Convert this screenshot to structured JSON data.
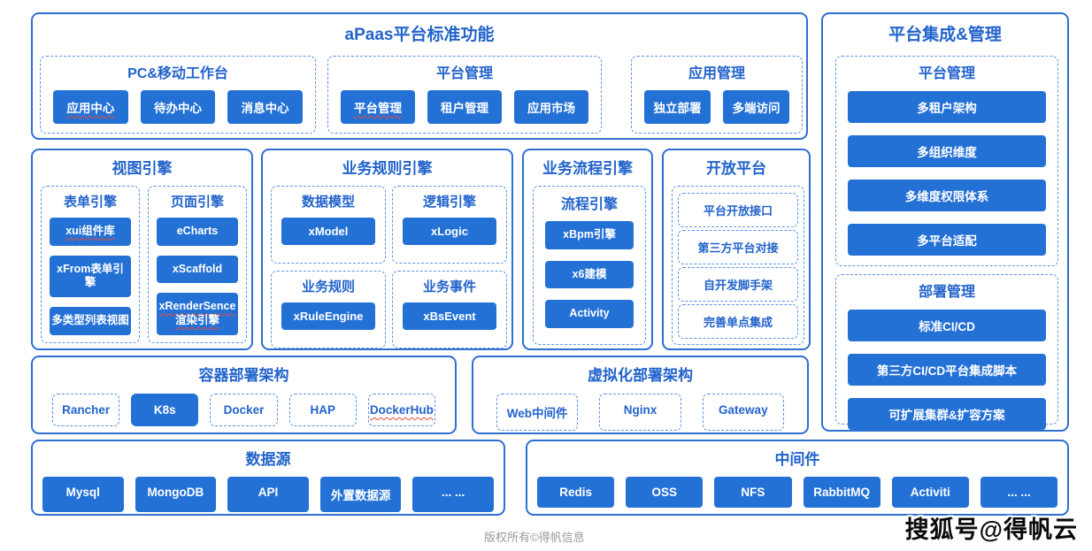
{
  "colors": {
    "accent_solid": "#2471d6",
    "panel_border": "#2e6fd2",
    "dashed_border": "#5e93e4",
    "title_text": "#2263cb",
    "squiggle_red": "#e74c3c",
    "footer_gray": "#9a9a9a"
  },
  "top": {
    "title": "aPaas平台标准功能",
    "groups": [
      {
        "title": "PC&移动工作台",
        "buttons": [
          "应用中心",
          "待办中心",
          "消息中心"
        ]
      },
      {
        "title": "平台管理",
        "buttons": [
          "平台管理",
          "租户管理",
          "应用市场"
        ]
      },
      {
        "title": "应用管理",
        "buttons": [
          "独立部署",
          "多端访问"
        ]
      }
    ]
  },
  "right": {
    "title": "平台集成&管理",
    "groups": [
      {
        "title": "平台管理",
        "buttons": [
          "多租户架构",
          "多组织维度",
          "多维度权限体系",
          "多平台适配"
        ]
      },
      {
        "title": "部署管理",
        "buttons": [
          "标准CI/CD",
          "第三方CI/CD平台集成脚本",
          "可扩展集群&扩容方案"
        ]
      }
    ]
  },
  "view": {
    "title": "视图引擎",
    "groups": [
      {
        "title": "表单引擎",
        "buttons": [
          "xui组件库",
          "xFrom表单引擎",
          "多类型列表视图"
        ]
      },
      {
        "title": "页面引擎",
        "buttons": [
          "eCharts",
          "xScaffold",
          "xRenderSence渲染引擎"
        ]
      }
    ]
  },
  "rules": {
    "title": "业务规则引擎",
    "groups": [
      {
        "title": "数据模型",
        "button": "xModel"
      },
      {
        "title": "逻辑引擎",
        "button": "xLogic"
      },
      {
        "title": "业务规则",
        "button": "xRuleEngine"
      },
      {
        "title": "业务事件",
        "button": "xBsEvent"
      }
    ]
  },
  "process": {
    "title": "业务流程引擎",
    "group": {
      "title": "流程引擎",
      "buttons": [
        "xBpm引擎",
        "x6建模",
        "Activity"
      ]
    }
  },
  "open": {
    "title": "开放平台",
    "items": [
      "平台开放接口",
      "第三方平台对接",
      "自开发脚手架",
      "完善单点集成"
    ]
  },
  "container_arch": {
    "title": "容器部署架构",
    "items": [
      "Rancher",
      "K8s",
      "Docker",
      "HAP",
      "DockerHub"
    ]
  },
  "virtual_arch": {
    "title": "虚拟化部署架构",
    "items": [
      "Web中间件",
      "Nginx",
      "Gateway"
    ]
  },
  "datasource": {
    "title": "数据源",
    "buttons": [
      "Mysql",
      "MongoDB",
      "API",
      "外置数据源",
      "... ..."
    ]
  },
  "middleware": {
    "title": "中间件",
    "buttons": [
      "Redis",
      "OSS",
      "NFS",
      "RabbitMQ",
      "Activiti",
      "... ..."
    ]
  },
  "footer": {
    "copyright": "版权所有©得帆信息"
  },
  "watermark": {
    "text": "搜狐号@得帆云"
  }
}
